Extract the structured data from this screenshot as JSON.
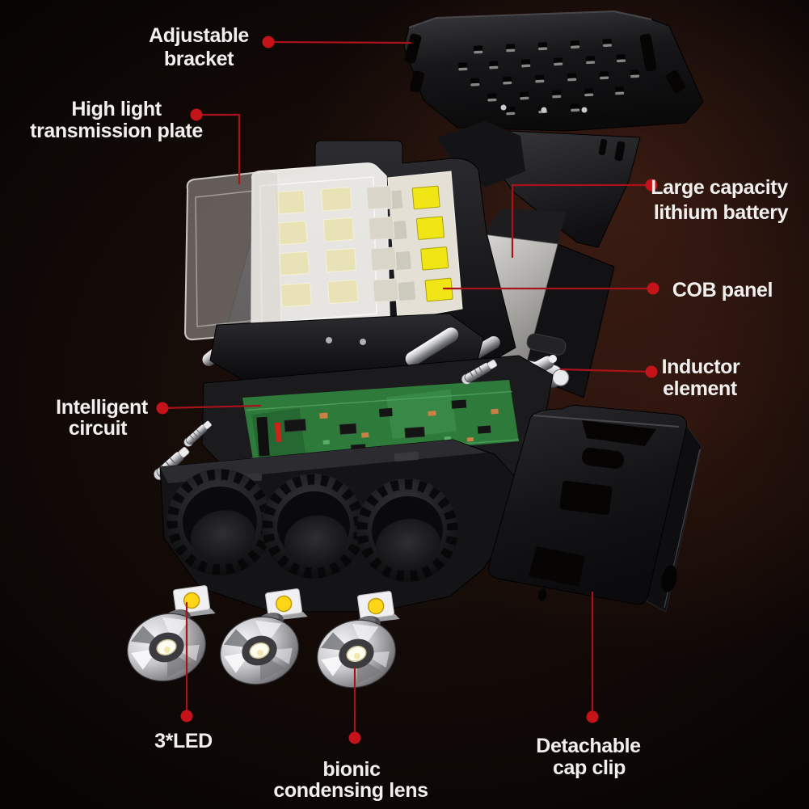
{
  "figure": {
    "type": "exploded-product-diagram",
    "subject": "headlamp components",
    "accent_color": "#c41319",
    "leader_line_color": "#a8121a",
    "text_color": "#f2f0ee",
    "background_color": "#070403",
    "cob_led_yellow": "#f0e515",
    "pcb_green": "#2e7a3b",
    "labels": [
      {
        "id": "adjustable-bracket",
        "lines": [
          "Adjustable",
          "bracket"
        ]
      },
      {
        "id": "high-light-transmission-plate",
        "lines": [
          "High light",
          "transmission plate"
        ]
      },
      {
        "id": "large-capacity-lithium-battery",
        "lines": [
          "Large capacity",
          "lithium battery"
        ]
      },
      {
        "id": "cob-panel",
        "lines": [
          "COB panel"
        ]
      },
      {
        "id": "inductor-element",
        "lines": [
          "Inductor",
          "element"
        ]
      },
      {
        "id": "intelligent-circuit",
        "lines": [
          "Intelligent",
          "circuit"
        ]
      },
      {
        "id": "led-3x",
        "lines": [
          "3*LED"
        ]
      },
      {
        "id": "bionic-condensing-lens",
        "lines": [
          "bionic",
          "condensing lens"
        ]
      },
      {
        "id": "detachable-cap-clip",
        "lines": [
          "Detachable",
          "cap clip"
        ]
      }
    ]
  }
}
